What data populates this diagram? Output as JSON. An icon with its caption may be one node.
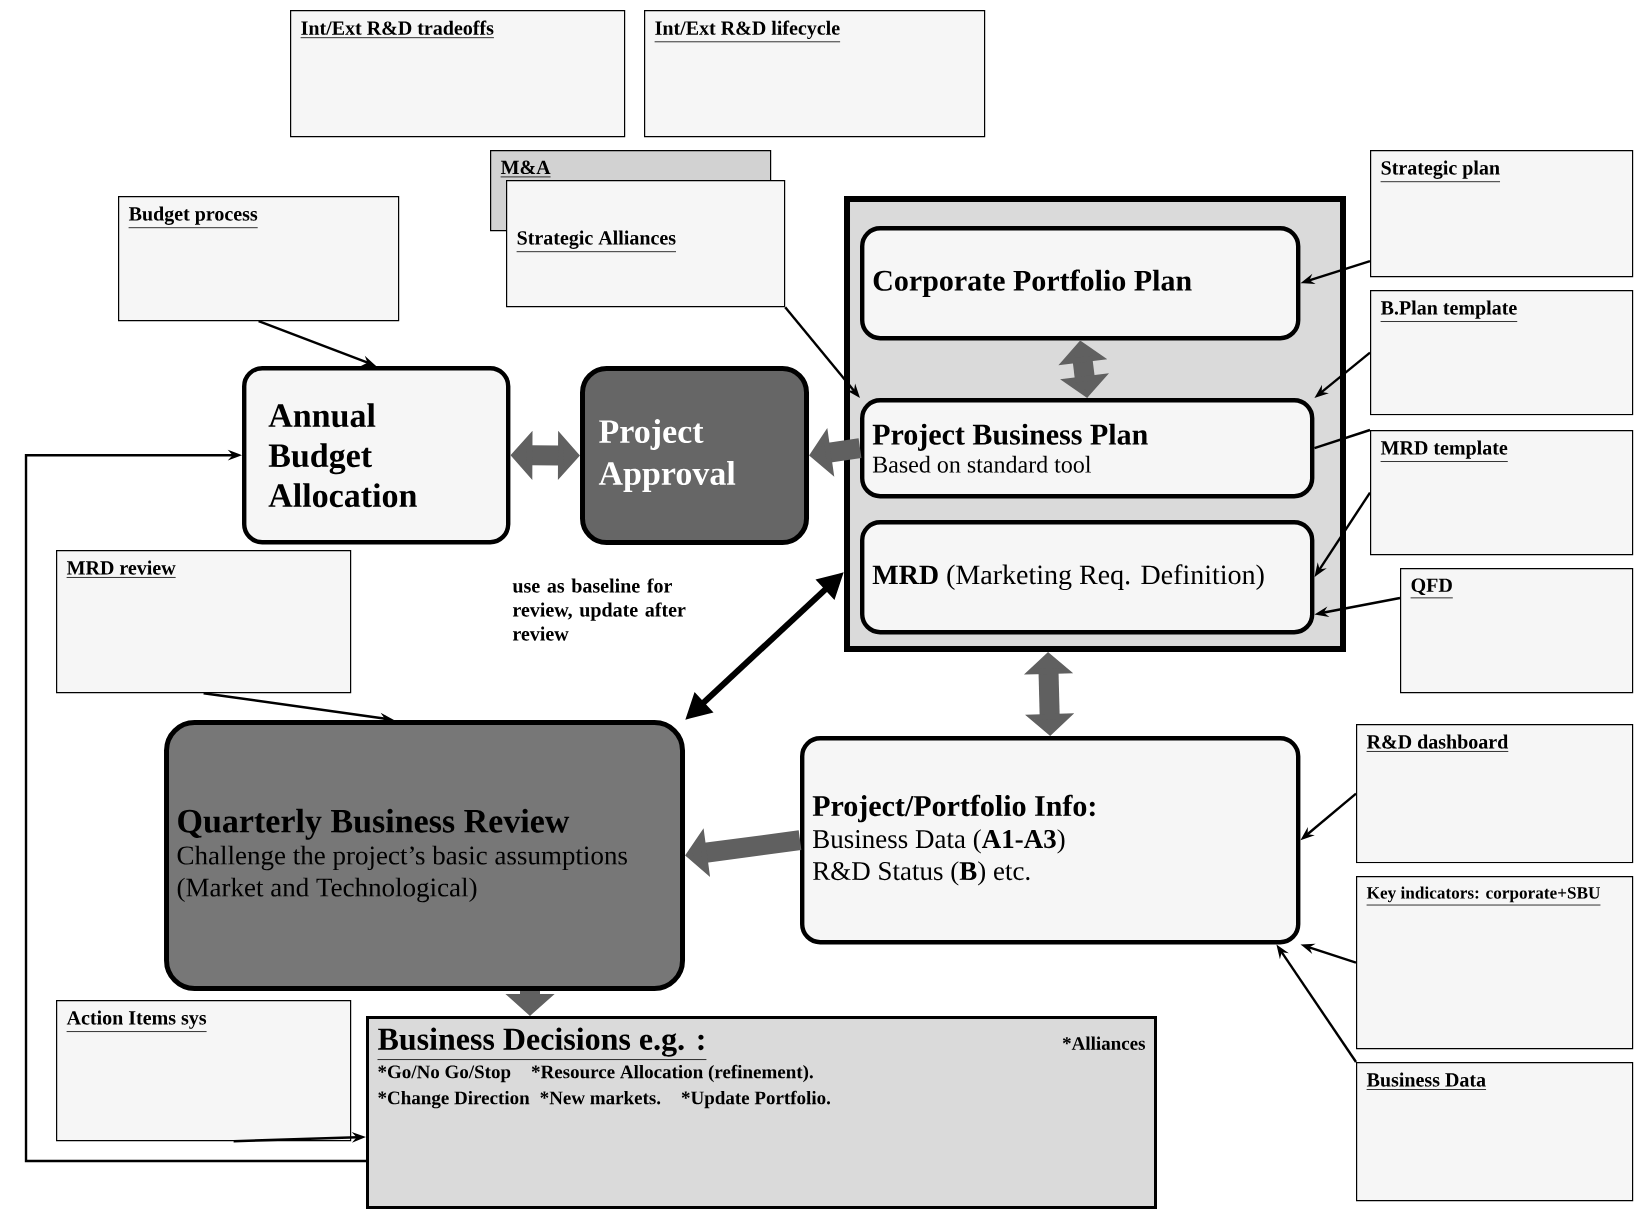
{
  "diagram": {
    "nodes": [
      {
        "text": [
          "Int/Ext R&D tradeoffs"
        ]
      },
      {
        "text": [
          "Int/Ext R&D lifecycle"
        ]
      },
      {
        "text": [
          "M&A"
        ]
      },
      {
        "text": [
          "Strategic Alliances"
        ]
      },
      {
        "text": [
          "Budget process"
        ]
      },
      {
        "text": [
          "Annual Budget Allocation"
        ]
      },
      {
        "text": [
          "Project Approval"
        ]
      },
      {
        "text": [],
        "shape": "box"
      },
      {
        "text": [
          "Corporate Portfolio Plan"
        ],
        "in": 7
      },
      {
        "text": [
          "Project Business Plan",
          "Based on standard tool"
        ],
        "in": 7
      },
      {
        "text": [
          "**MRD** (Marketing Req. Definition)"
        ],
        "in": 7
      },
      {
        "text": [
          "Strategic plan"
        ]
      },
      {
        "text": [
          "B.Plan template"
        ]
      },
      {
        "text": [
          "MRD template"
        ]
      },
      {
        "text": [
          "QFD"
        ]
      },
      {
        "text": [
          "MRD review"
        ]
      },
      {
        "text": [
          "Quarterly Business Review",
          "Challenge the project’s basic assumptions (Market and Technological)"
        ]
      },
      {
        "text": [
          "Project/Portfolio Info:",
          "Business Data (**A1-A3**)",
          "R&D Status (**B**) etc."
        ]
      },
      {
        "text": [
          "R&D dashboard"
        ]
      },
      {
        "text": [
          "Key indicators: corporate+SBU"
        ]
      },
      {
        "text": [
          "Business Data"
        ]
      },
      {
        "text": [
          "Action Items sys"
        ]
      },
      {
        "text": [
          "Business Decisions e.g. :",
          "*Alliances",
          "*Go/No Go/Stop",
          "*Resource Allocation (refinement).",
          "*Change Direction",
          "*New markets.",
          "*Update Portfolio."
        ]
      }
    ],
    "edges": [
      {
        "from": 4,
        "to": 5,
        "arrow": "to"
      },
      {
        "from": 3,
        "to": 9,
        "arrow": "to"
      },
      {
        "from": 5,
        "to": 6,
        "arrow": "both",
        "style": "thick",
        "color": "#606060"
      },
      {
        "from": 9,
        "to": 6,
        "arrow": "to",
        "style": "thick",
        "color": "#606060"
      },
      {
        "from": 8,
        "to": 9,
        "arrow": "both",
        "style": "thick",
        "color": "#606060"
      },
      {
        "from": 11,
        "to": 8,
        "arrow": "to"
      },
      {
        "from": 12,
        "to": 9,
        "arrow": "to"
      },
      {
        "from": 9,
        "to": 13,
        "arrow": "none"
      },
      {
        "from": 13,
        "to": 10,
        "arrow": "to"
      },
      {
        "from": 14,
        "to": 10,
        "arrow": "to"
      },
      {
        "from": 7,
        "to": 16,
        "arrow": "both",
        "style": "thick",
        "label": "use as baseline for review, update after review"
      },
      {
        "from": 7,
        "to": 17,
        "arrow": "both",
        "style": "thick",
        "color": "#606060"
      },
      {
        "from": 17,
        "to": 16,
        "arrow": "to",
        "style": "thick",
        "color": "#606060"
      },
      {
        "from": 16,
        "to": 22,
        "arrow": "to",
        "style": "thick",
        "color": "#606060"
      },
      {
        "from": 15,
        "to": 16,
        "arrow": "to"
      },
      {
        "from": 18,
        "to": 17,
        "arrow": "to"
      },
      {
        "from": 19,
        "to": 17,
        "arrow": "to"
      },
      {
        "from": 20,
        "to": 17,
        "arrow": "to"
      },
      {
        "from": 21,
        "to": 22,
        "arrow": "to"
      },
      {
        "from": 22,
        "to": 5,
        "arrow": "to"
      }
    ]
  }
}
